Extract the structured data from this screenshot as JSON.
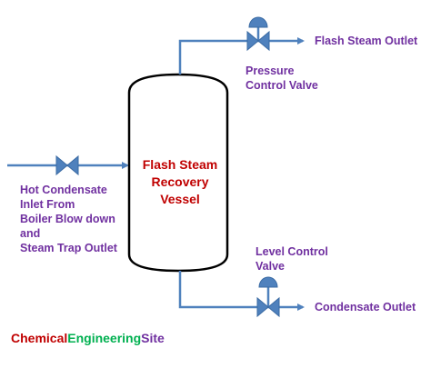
{
  "colors": {
    "pipe": "#4f81bd",
    "vessel_fill": "#ffffff",
    "vessel_stroke": "#000000",
    "valve_fill": "#4f81bd",
    "label_purple": "#7030a0",
    "vessel_text": "#c00000",
    "brand_red": "#c00000",
    "brand_green": "#00b050",
    "brand_purple": "#7030a0"
  },
  "icons": {
    "valve": "gate-valve-icon",
    "actuator": "diaphragm-actuator-icon",
    "arrow": "arrow-right-icon"
  },
  "vessel": {
    "label": "Flash Steam\nRecovery\nVessel"
  },
  "labels": {
    "flash_steam_outlet": "Flash Steam Outlet",
    "pressure_control_valve": "Pressure\nControl Valve",
    "hot_condensate_inlet": "Hot Condensate\nInlet From\nBoiler Blow down\nand\nSteam Trap Outlet",
    "level_control_valve": "Level Control\nValve",
    "condensate_outlet": "Condensate Outlet"
  },
  "brand": {
    "part1": "Chemical",
    "part2": "Engineering",
    "part3": "Site"
  }
}
